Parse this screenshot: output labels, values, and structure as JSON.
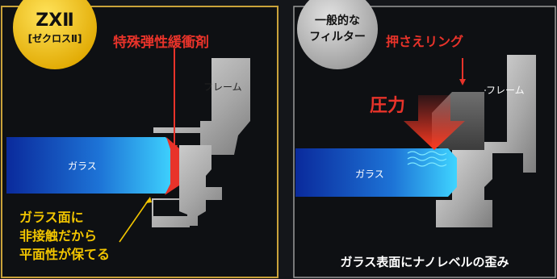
{
  "left_panel": {
    "badge_title": "ZXⅡ",
    "badge_subtitle": "[ゼクロスⅡ]",
    "special_material_label": "特殊弾性緩衝剤",
    "frame_label": "フレーム",
    "glass_label": "ガラス",
    "note_lines": [
      "ガラス面に",
      "非接触だから",
      "平面性が保てる"
    ],
    "colors": {
      "badge": "#f2c500",
      "accent_red": "#e8332a",
      "note_yellow": "#f2c500",
      "border": "#c9a23a"
    }
  },
  "right_panel": {
    "badge_lines": [
      "一般的な",
      "フィルター"
    ],
    "ring_label": "押さえリング",
    "pressure_label": "圧力",
    "frame_label": "フレーム",
    "glass_label": "ガラス",
    "caption": "ガラス表面にナノレベルの歪み",
    "colors": {
      "badge": "#bdbdbd",
      "accent_red": "#e8332a",
      "border": "#9a9a9a"
    }
  }
}
